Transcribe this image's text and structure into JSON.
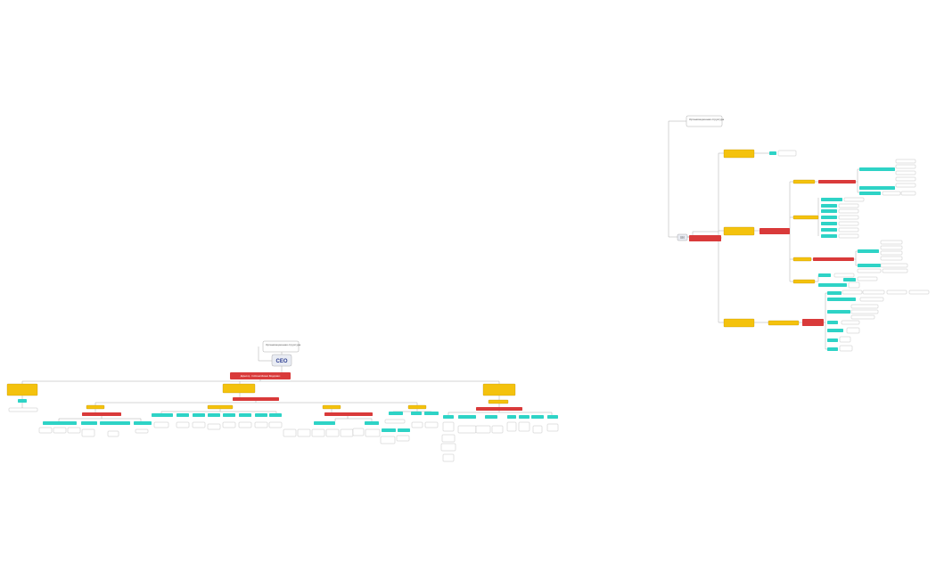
{
  "colors": {
    "dept": "#f4c20d",
    "dept_border": "#b58700",
    "director": "#d93a3a",
    "unit": "#2ed3c6",
    "leaf": "#ffffff",
    "leaf_border": "#9a9a9a",
    "line": "#8a8a8a",
    "ceo_bg": "#e9ecf3"
  },
  "left_chart": {
    "note": "Организационная структура",
    "ceo": "CEO",
    "director": "Директор · Соболев Михаил Фёдорович"
  },
  "right_chart": {
    "note": "Организационная структура",
    "ceo": "CEO"
  }
}
